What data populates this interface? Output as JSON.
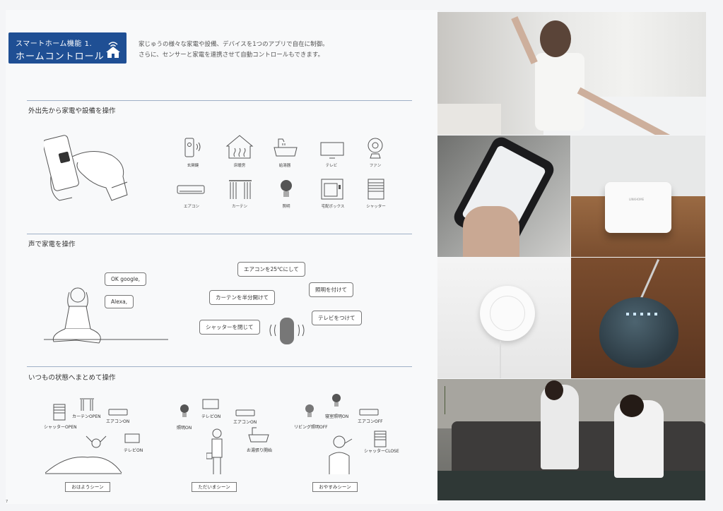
{
  "badge": {
    "line1": "スマートホーム機能  1.",
    "line2": "ホームコントロール"
  },
  "intro": {
    "line1": "家じゅうの様々な家電や設備、デバイスを1つのアプリで自在に制御。",
    "line2": "さらに、センサーと家電を連携させて自動コントロールもできます。"
  },
  "sections": {
    "remote": {
      "title": "外出先から家電や設備を操作",
      "devices": [
        "玄関鍵",
        "床暖房",
        "給湯器",
        "テレビ",
        "ファン",
        "エアコン",
        "カーテン",
        "照明",
        "宅配ボックス",
        "シャッター"
      ]
    },
    "voice": {
      "title": "声で家電を操作",
      "wake": [
        "OK google,",
        "Alexa,"
      ],
      "commands": [
        "エアコンを25℃にして",
        "カーテンを半分開けて",
        "照明を付けて",
        "シャッターを閉じて",
        "テレビをつけて"
      ]
    },
    "scenes": {
      "title": "いつもの状態へまとめて操作",
      "morning": {
        "button": "おはようシーン",
        "items": [
          "カーテンOPEN",
          "シャッターOPEN",
          "エアコンON",
          "テレビON"
        ]
      },
      "home": {
        "button": "ただいまシーン",
        "items": [
          "照明ON",
          "テレビON",
          "エアコンON",
          "お湯張り開始"
        ]
      },
      "night": {
        "button": "おやすみシーン",
        "items": [
          "寝室照明ON",
          "リビング照明OFF",
          "エアコンOFF",
          "シャッターCLOSE"
        ]
      }
    }
  },
  "photos": {
    "hub_brand": "LINKHOME"
  },
  "page_number": "7",
  "colors": {
    "brand": "#1f4f94",
    "rule": "#9fb0c6"
  }
}
